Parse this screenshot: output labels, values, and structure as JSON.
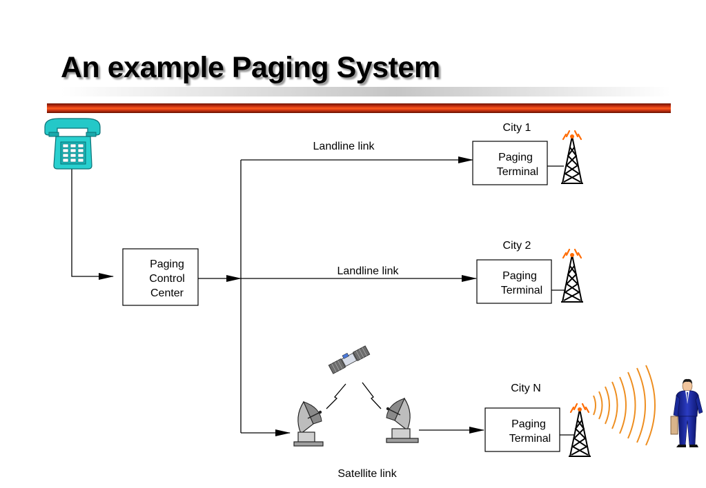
{
  "slide": {
    "title": "An example Paging System"
  },
  "diagram": {
    "control_center": {
      "lines": [
        "Paging",
        "Control",
        "Center"
      ]
    },
    "links": {
      "landline_1": "Landline link",
      "landline_2": "Landline link",
      "satellite": "Satellite link"
    },
    "cities": [
      {
        "name": "City 1",
        "terminal_lines": [
          "Paging",
          "Terminal"
        ]
      },
      {
        "name": "City 2",
        "terminal_lines": [
          "Paging",
          "Terminal"
        ]
      },
      {
        "name": "City N",
        "terminal_lines": [
          "Paging",
          "Terminal"
        ]
      }
    ],
    "icons": [
      "telephone-icon",
      "radio-tower-icon",
      "satellite-icon",
      "satellite-dish-icon",
      "radio-waves-icon",
      "businessman-icon"
    ],
    "colors": {
      "accent_bar": "#c83212",
      "telephone": "#21c6c6",
      "tower_signal": "#ff6a00",
      "radio_waves": "#ee8e20",
      "suit": "#1a2a9a"
    }
  }
}
